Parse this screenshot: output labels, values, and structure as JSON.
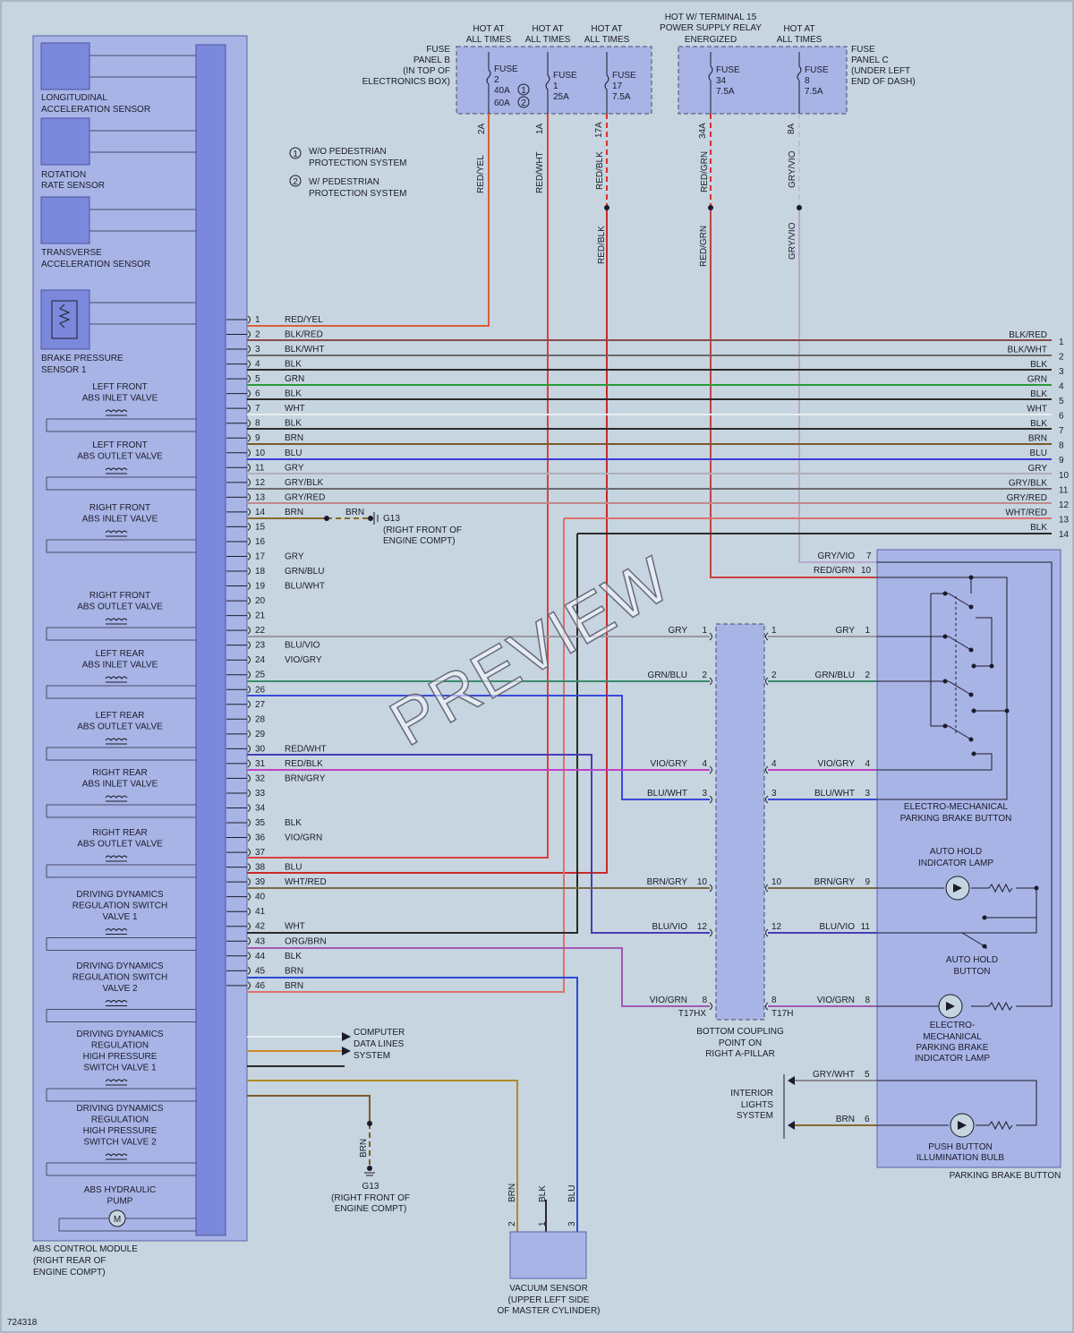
{
  "diagram_id": "724318",
  "watermark": "PREVIEW",
  "abs_module": {
    "label": [
      "ABS CONTROL MODULE",
      "(RIGHT REAR OF",
      "ENGINE COMPT)"
    ],
    "sensors": [
      [
        "LONGITUDINAL",
        "ACCELERATION SENSOR"
      ],
      [
        "ROTATION",
        "RATE SENSOR"
      ],
      [
        "TRANSVERSE",
        "ACCELERATION SENSOR"
      ],
      [
        "BRAKE PRESSURE",
        "SENSOR 1"
      ]
    ],
    "valves": [
      [
        "LEFT FRONT",
        "ABS INLET VALVE"
      ],
      [
        "LEFT FRONT",
        "ABS OUTLET VALVE"
      ],
      [
        "RIGHT FRONT",
        "ABS INLET VALVE"
      ],
      [
        "RIGHT FRONT",
        "ABS OUTLET VALVE"
      ],
      [
        "LEFT REAR",
        "ABS INLET VALVE"
      ],
      [
        "LEFT REAR",
        "ABS OUTLET VALVE"
      ],
      [
        "RIGHT REAR",
        "ABS INLET VALVE"
      ],
      [
        "RIGHT REAR",
        "ABS OUTLET VALVE"
      ],
      [
        "DRIVING DYNAMICS",
        "REGULATION SWITCH",
        "VALVE 1"
      ],
      [
        "DRIVING DYNAMICS",
        "REGULATION SWITCH",
        "VALVE 2"
      ],
      [
        "DRIVING DYNAMICS",
        "REGULATION",
        "HIGH PRESSURE",
        "SWITCH VALVE 1"
      ],
      [
        "DRIVING DYNAMICS",
        "REGULATION",
        "HIGH PRESSURE",
        "SWITCH VALVE 2"
      ],
      [
        "ABS HYDRAULIC",
        "PUMP"
      ]
    ],
    "pins": [
      {
        "n": "1",
        "c": "RED/YEL",
        "color": "#d8603a"
      },
      {
        "n": "2",
        "c": "BLK/RED",
        "color": "#8a4a4a"
      },
      {
        "n": "3",
        "c": "BLK/WHT",
        "color": "#6a6a6a"
      },
      {
        "n": "4",
        "c": "BLK",
        "color": "#2a2a2a"
      },
      {
        "n": "5",
        "c": "GRN",
        "color": "#2a9a3a"
      },
      {
        "n": "6",
        "c": "BLK",
        "color": "#2a2a2a"
      },
      {
        "n": "7",
        "c": "WHT",
        "color": "#e8eef2"
      },
      {
        "n": "8",
        "c": "BLK",
        "color": "#2a2a2a"
      },
      {
        "n": "9",
        "c": "BRN",
        "color": "#7a5a2a"
      },
      {
        "n": "10",
        "c": "BLU",
        "color": "#7a7a2a"
      },
      {
        "n": "11",
        "c": "GRY",
        "color": "#9a9aa0"
      },
      {
        "n": "12",
        "c": "GRY/BLK",
        "color": "#6a6a70"
      },
      {
        "n": "13",
        "c": "GRY/RED",
        "color": "#c08a8a"
      },
      {
        "n": "14",
        "c": "BRN",
        "color": "#8a6a2a"
      },
      {
        "n": "15",
        "c": "",
        "color": ""
      },
      {
        "n": "16",
        "c": "",
        "color": ""
      },
      {
        "n": "17",
        "c": "GRY",
        "color": "#9a9aa0"
      },
      {
        "n": "18",
        "c": "GRN/BLU",
        "color": "#3a8a6a"
      },
      {
        "n": "19",
        "c": "BLU/WHT",
        "color": "#3a4ad8"
      },
      {
        "n": "20",
        "c": "",
        "color": ""
      },
      {
        "n": "21",
        "c": "",
        "color": ""
      },
      {
        "n": "22",
        "c": "",
        "color": ""
      },
      {
        "n": "23",
        "c": "BLU/VIO",
        "color": "#4a3ab8"
      },
      {
        "n": "24",
        "c": "VIO/GRY",
        "color": "#c040c8"
      },
      {
        "n": "25",
        "c": "",
        "color": ""
      },
      {
        "n": "26",
        "c": "",
        "color": ""
      },
      {
        "n": "27",
        "c": "",
        "color": ""
      },
      {
        "n": "28",
        "c": "",
        "color": ""
      },
      {
        "n": "29",
        "c": "",
        "color": ""
      },
      {
        "n": "30",
        "c": "RED/WHT",
        "color": "#d83a3a"
      },
      {
        "n": "31",
        "c": "RED/BLK",
        "color": "#c82a2a"
      },
      {
        "n": "32",
        "c": "BRN/GRY",
        "color": "#7a6a4a"
      },
      {
        "n": "33",
        "c": "",
        "color": ""
      },
      {
        "n": "34",
        "c": "",
        "color": ""
      },
      {
        "n": "35",
        "c": "BLK",
        "color": "#2a2a2a"
      },
      {
        "n": "36",
        "c": "VIO/GRN",
        "color": "#a05ab0"
      },
      {
        "n": "37",
        "c": "",
        "color": ""
      },
      {
        "n": "38",
        "c": "BLU",
        "color": "#2a4ad8"
      },
      {
        "n": "39",
        "c": "WHT/RED",
        "color": "#e07070"
      },
      {
        "n": "40",
        "c": "",
        "color": ""
      },
      {
        "n": "41",
        "c": "",
        "color": ""
      },
      {
        "n": "42",
        "c": "WHT",
        "color": "#e8eef2"
      },
      {
        "n": "43",
        "c": "ORG/BRN",
        "color": "#d08a2a"
      },
      {
        "n": "44",
        "c": "BLK",
        "color": "#2a2a2a"
      },
      {
        "n": "45",
        "c": "BRN",
        "color": "#7a5a2a"
      },
      {
        "n": "46",
        "c": "BRN",
        "color": "#b08a2a"
      }
    ]
  },
  "right_bus": {
    "wires": [
      {
        "n": "1",
        "c": "BLK/RED"
      },
      {
        "n": "2",
        "c": "BLK/WHT"
      },
      {
        "n": "3",
        "c": "BLK"
      },
      {
        "n": "4",
        "c": "GRN"
      },
      {
        "n": "5",
        "c": "BLK"
      },
      {
        "n": "6",
        "c": "WHT"
      },
      {
        "n": "7",
        "c": "BLK"
      },
      {
        "n": "8",
        "c": "BRN"
      },
      {
        "n": "9",
        "c": "BLU"
      },
      {
        "n": "10",
        "c": "GRY"
      },
      {
        "n": "11",
        "c": "GRY/BLK"
      },
      {
        "n": "12",
        "c": "GRY/RED"
      },
      {
        "n": "13",
        "c": "WHT/RED"
      },
      {
        "n": "14",
        "c": "BLK"
      }
    ]
  },
  "fuse_b": {
    "label": [
      "FUSE",
      "PANEL B",
      "(IN TOP OF",
      "ELECTRONICS BOX)"
    ],
    "hot": [
      [
        "HOT AT",
        "ALL TIMES"
      ],
      [
        "HOT AT",
        "ALL TIMES"
      ],
      [
        "HOT AT",
        "ALL TIMES"
      ]
    ],
    "fuses": [
      {
        "lines": [
          "FUSE",
          "2",
          "40A",
          "60A"
        ],
        "marks": [
          "1",
          "2"
        ],
        "term": "2A",
        "wire": "RED/YEL"
      },
      {
        "lines": [
          "FUSE",
          "1",
          "25A"
        ],
        "term": "1A",
        "wire": "RED/WHT"
      },
      {
        "lines": [
          "FUSE",
          "17",
          "7.5A"
        ],
        "term": "17A",
        "wire": "RED/BLK"
      }
    ]
  },
  "fuse_c": {
    "label": [
      "FUSE",
      "PANEL C",
      "(UNDER LEFT",
      "END OF DASH)"
    ],
    "hot": [
      [
        "HOT W/ TERMINAL 15",
        "POWER SUPPLY RELAY",
        "ENERGIZED"
      ],
      [
        "HOT AT",
        "ALL TIMES"
      ]
    ],
    "fuses": [
      {
        "lines": [
          "FUSE",
          "34",
          "7.5A"
        ],
        "term": "34A",
        "wire": "RED/GRN"
      },
      {
        "lines": [
          "FUSE",
          "8",
          "7.5A"
        ],
        "term": "8A",
        "wire": "GRY/VIO"
      }
    ]
  },
  "legend": [
    {
      "mark": "1",
      "text": [
        "W/O PEDESTRIAN",
        "PROTECTION SYSTEM"
      ]
    },
    {
      "mark": "2",
      "text": [
        "W/ PEDESTRIAN",
        "PROTECTION SYSTEM"
      ]
    }
  ],
  "ground": {
    "wire": "BRN",
    "label": [
      "G13",
      "(RIGHT FRONT OF",
      "ENGINE COMPT)"
    ]
  },
  "computer_data": [
    "COMPUTER",
    "DATA LINES",
    "SYSTEM"
  ],
  "coupling": {
    "label": [
      "BOTTOM COUPLING",
      "POINT ON",
      "RIGHT A-PILLAR"
    ],
    "left_conn": "T17HX",
    "right_conn": "T17H",
    "rows": [
      {
        "lw": "GRY",
        "ln": "1",
        "rn": "1",
        "rw": "GRY",
        "bn": "1"
      },
      {
        "lw": "GRN/BLU",
        "ln": "2",
        "rn": "2",
        "rw": "GRN/BLU",
        "bn": "2"
      },
      {
        "lw": "VIO/GRY",
        "ln": "4",
        "rn": "4",
        "rw": "VIO/GRY",
        "bn": "4"
      },
      {
        "lw": "BLU/WHT",
        "ln": "3",
        "rn": "3",
        "rw": "BLU/WHT",
        "bn": "3"
      },
      {
        "lw": "BRN/GRY",
        "ln": "10",
        "rn": "10",
        "rw": "BRN/GRY",
        "bn": "9"
      },
      {
        "lw": "BLU/VIO",
        "ln": "12",
        "rn": "12",
        "rw": "BLU/VIO",
        "bn": "11"
      },
      {
        "lw": "VIO/GRN",
        "ln": "8",
        "rn": "8",
        "rw": "VIO/GRN",
        "bn": "8"
      }
    ]
  },
  "parking_brake": {
    "label": "PARKING BRAKE BUTTON",
    "top_pins": [
      {
        "w": "GRY/VIO",
        "n": "7"
      },
      {
        "w": "RED/GRN",
        "n": "10"
      }
    ],
    "bottom_pins": [
      {
        "w": "GRY/WHT",
        "n": "5"
      },
      {
        "w": "BRN",
        "n": "6"
      }
    ],
    "parts": [
      [
        "ELECTRO-MECHANICAL",
        "PARKING BRAKE BUTTON"
      ],
      [
        "AUTO HOLD",
        "INDICATOR LAMP"
      ],
      [
        "AUTO HOLD",
        "BUTTON"
      ],
      [
        "ELECTRO-",
        "MECHANICAL",
        "PARKING BRAKE",
        "INDICATOR LAMP"
      ],
      [
        "PUSH BUTTON",
        "ILLUMINATION BULB"
      ]
    ]
  },
  "interior_lights": [
    "INTERIOR",
    "LIGHTS",
    "SYSTEM"
  ],
  "vacuum_sensor": {
    "label": [
      "VACUUM SENSOR",
      "(UPPER LEFT SIDE",
      "OF MASTER CYLINDER)"
    ],
    "pins": [
      {
        "n": "2",
        "w": "BRN"
      },
      {
        "n": "1",
        "w": "BLK"
      },
      {
        "n": "3",
        "w": "BLU"
      }
    ]
  }
}
